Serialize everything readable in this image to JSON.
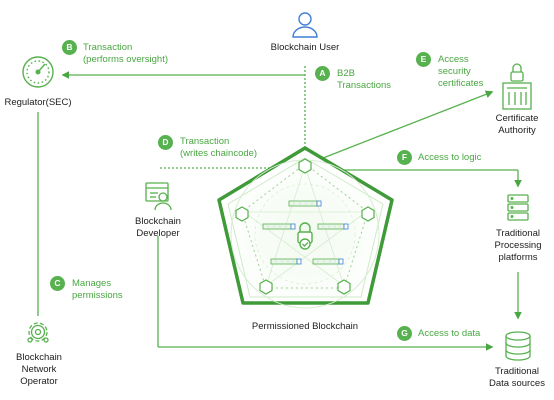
{
  "nodes": {
    "blockchain_user": "Blockchain User",
    "regulator": "Regulator(SEC)",
    "certificate_authority": [
      "Certificate",
      "Authority"
    ],
    "blockchain_developer": [
      "Blockchain",
      "Developer"
    ],
    "traditional_processing": [
      "Traditional",
      "Processing",
      "platforms"
    ],
    "network_operator": [
      "Blockchain",
      "Network",
      "Operator"
    ],
    "traditional_data": [
      "Traditional",
      "Data sources"
    ],
    "permissioned_blockchain": "Permissioned Blockchain"
  },
  "steps": {
    "a": {
      "badge": "A",
      "lines": [
        "B2B",
        "Transactions"
      ]
    },
    "b": {
      "badge": "B",
      "lines": [
        "Transaction",
        "(performs oversight)"
      ]
    },
    "c": {
      "badge": "C",
      "lines": [
        "Manages",
        "permissions"
      ]
    },
    "d": {
      "badge": "D",
      "lines": [
        "Transaction",
        "(writes chaincode)"
      ]
    },
    "e": {
      "badge": "E",
      "lines": [
        "Access",
        "security",
        "certificates"
      ]
    },
    "f": {
      "badge": "F",
      "lines": [
        "Access to logic"
      ]
    },
    "g": {
      "badge": "G",
      "lines": [
        "Access to data"
      ]
    }
  },
  "icons": [
    "user-icon",
    "gauge-icon",
    "certificate-authority-icon",
    "developer-icon",
    "server-stack-icon",
    "gear-network-icon",
    "database-icon",
    "lock-check-icon"
  ],
  "colors": {
    "accent": "#57b14e",
    "accent_dark": "#3f9a38",
    "accent_light": "#cfe9c8",
    "icon_blue": "#3f7fd6",
    "text": "#1d1d1d"
  }
}
